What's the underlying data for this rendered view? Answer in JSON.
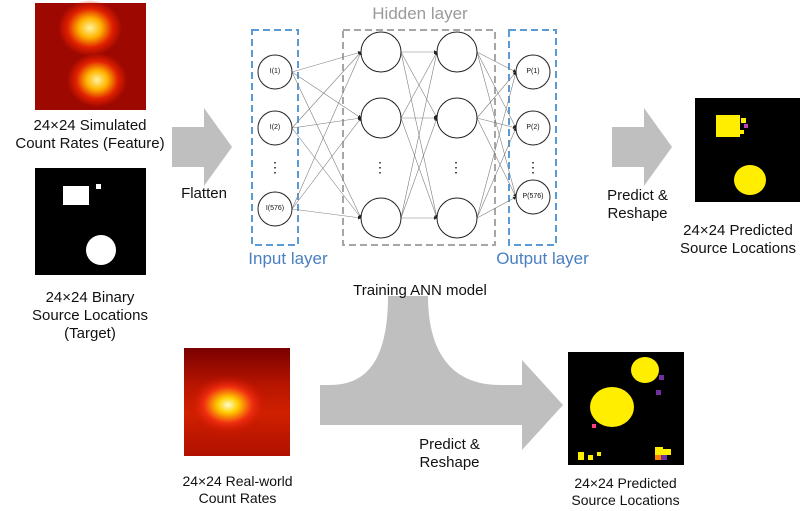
{
  "labels": {
    "hidden_layer": "Hidden layer",
    "input_layer": "Input layer",
    "output_layer": "Output layer",
    "training": "Training ANN model",
    "flatten": "Flatten",
    "predict1": "Predict &",
    "reshape1": "Reshape",
    "predict2": "Predict &",
    "reshape2": "Reshape",
    "sim_line1": "24×24 Simulated",
    "sim_line2": "Count Rates (Feature)",
    "bin_line1": "24×24 Binary",
    "bin_line2": "Source Locations",
    "bin_line3": "(Target)",
    "pred_line1": "24×24 Predicted",
    "pred_line2": "Source Locations",
    "real_line1": "24×24 Real-world",
    "real_line2": "Count Rates",
    "pred2_line1": "24×24 Predicted",
    "pred2_line2": "Source Locations"
  },
  "nodes": {
    "input": [
      "I(1)",
      "I(2)",
      "⋮",
      "I(576)"
    ],
    "output": [
      "P(1)",
      "P(2)",
      "⋮",
      "P(576)"
    ],
    "hidden_dots": "⋮"
  },
  "colors": {
    "dashed_blue": "#5b9bd5",
    "dashed_gray": "#a6a6a6",
    "arrow": "#bfbfbf",
    "label_blue": "#4a7fc1"
  }
}
